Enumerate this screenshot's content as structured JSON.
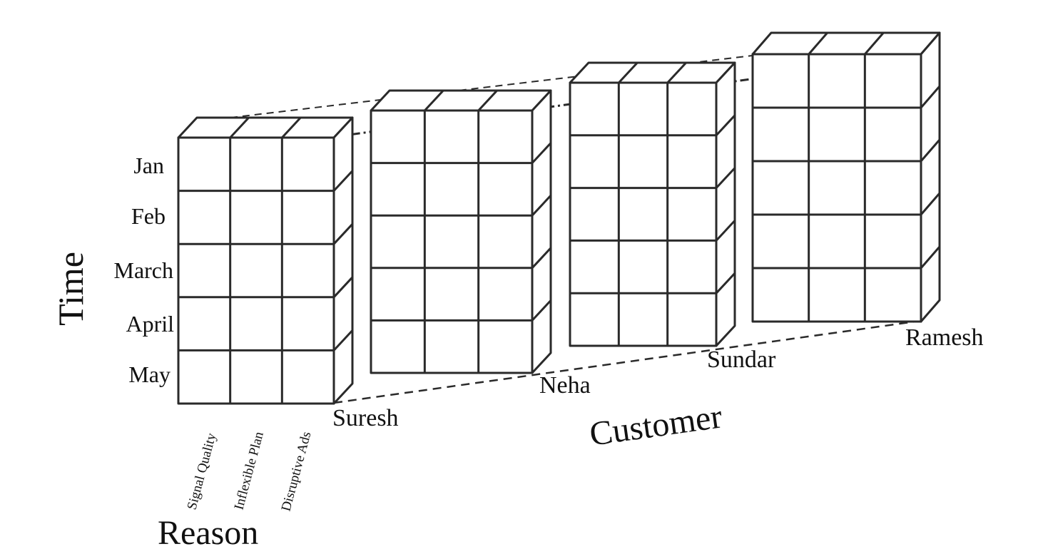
{
  "axes": {
    "time": "Time",
    "reason": "Reason",
    "customer": "Customer"
  },
  "time_labels": [
    "Jan",
    "Feb",
    "March",
    "April",
    "May"
  ],
  "reason_labels": [
    "Signal Quality",
    "Inflexible Plan",
    "Disruptive Ads"
  ],
  "customers": [
    "Suresh",
    "Neha",
    "Sundar",
    "Ramesh"
  ],
  "colors": {
    "stroke": "#2a2a2a",
    "text": "#111111",
    "background": "#ffffff"
  }
}
